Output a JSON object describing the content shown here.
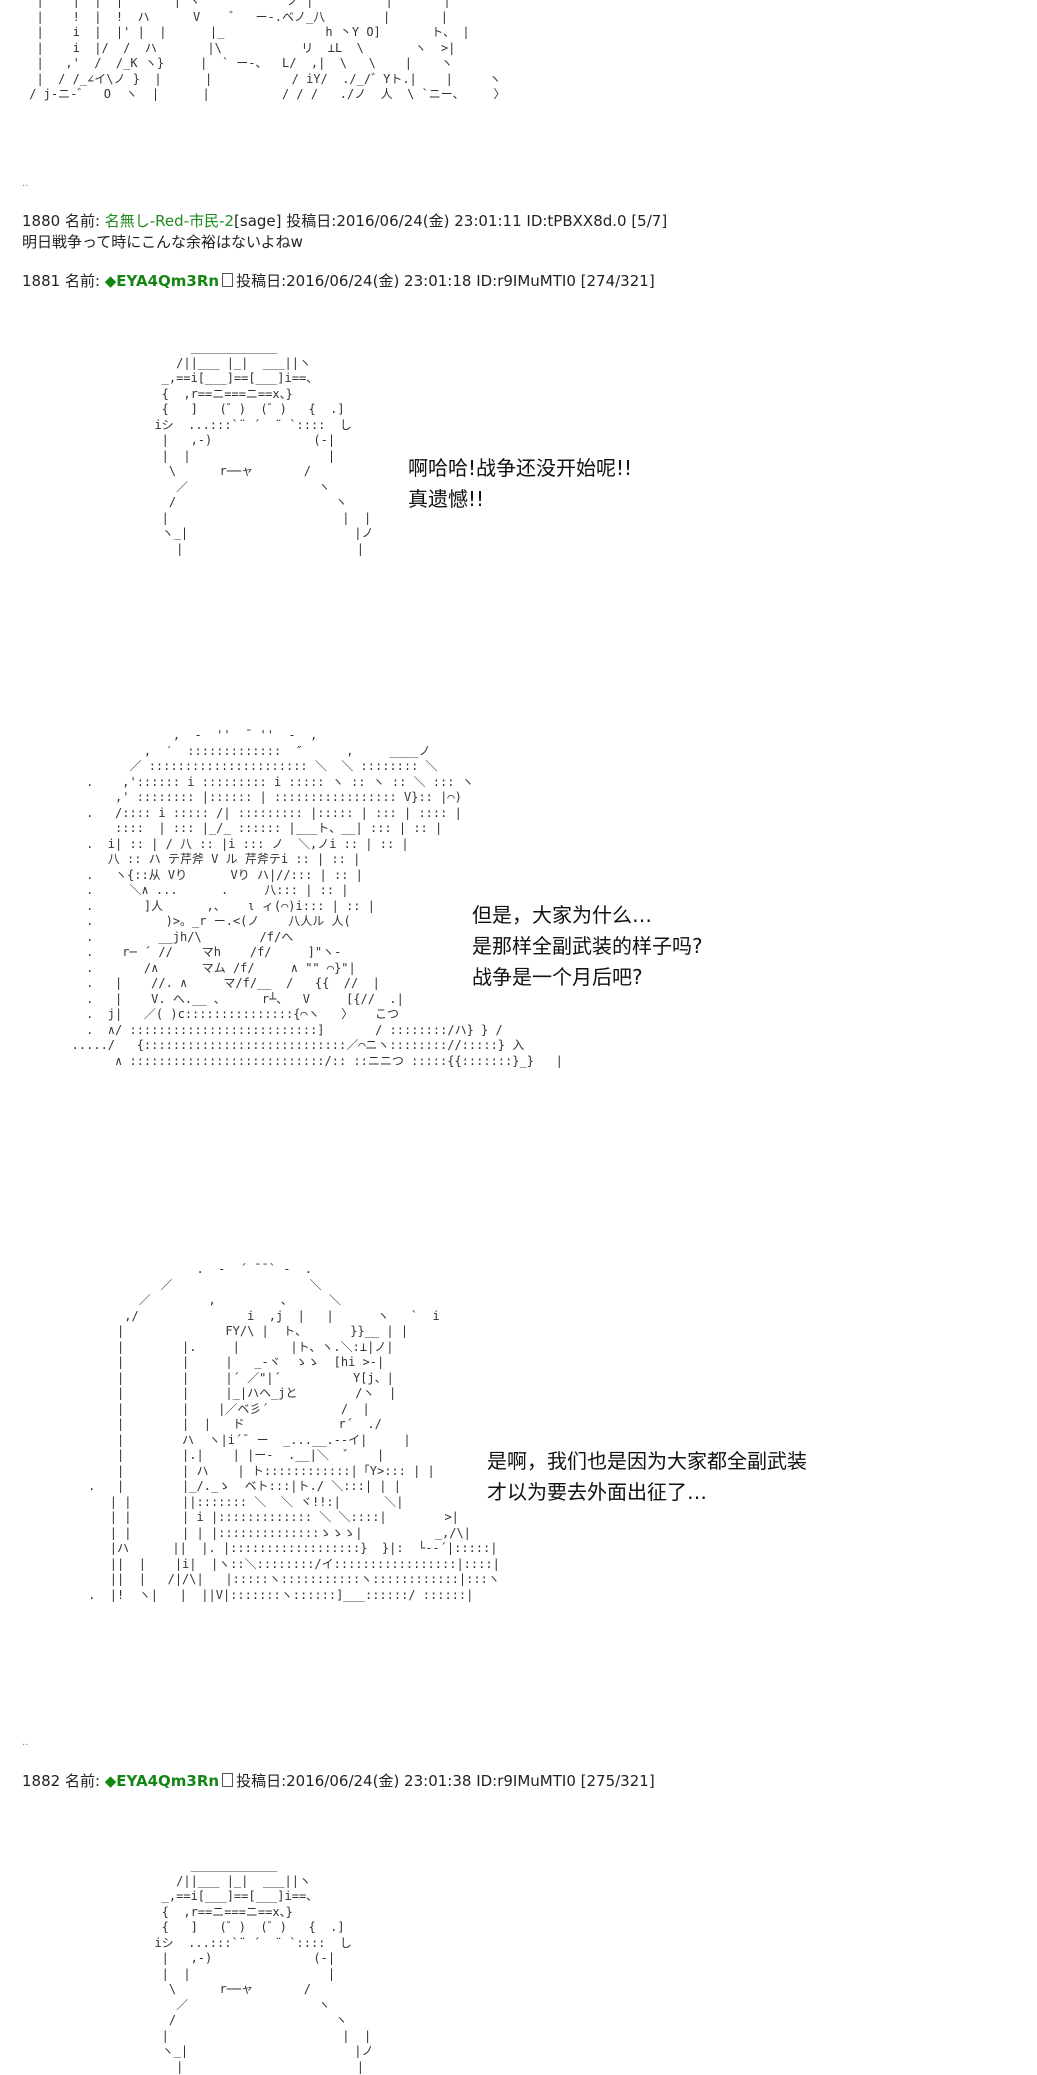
{
  "ascii_art": {
    "top_fragment": "  |    |  |  |       | ヽ            ノ |          |       |\n  |    !  |  !  ハ      V    ゛  ー-.ベノ_八        |       |\n  |    i  |  |' |  |      |_              h 丶Y O]       ト、 |\n  |    i  |/  /  ハ       |\\           リ  ⊥L  \\       ヽ  >|\n  |   ,'  /  /_K ヽ}     |  ` ー-、  L/  ,|  \\   \\    |    ヽ\n  |  / /_∠イ\\ノ }  |      |           / iY/  ./_/゛Yト.|    |     ヽ\n / j-ニ-゛  O  ヽ  |      |          / / /   ./ノ  人  \\ `ニー、    〉",
    "figure_a": "       ____________\n     /||___ |_|  ___||ヽ\n   _,==i[___]==[___]i==、\n   {  ,r==ニ===ニ==x、}\n   {   ]   (゛)  (゛)   {  .]\n  iシ  ...:::`¨ ´  ¨ `::::  し\n   |   ,-)              (-|\n   |  |                   |\n    \\      r──ャ       /\n     ／                  ヽ\n    /                      ヽ\n   |                        |  |\n   ヽ_|                       |ノ\n     |                        |",
    "figure_b": "                 ,  -  ''  ̄  ''  -  ,\n             ,  ′  :::::::::::::  ″      ,     ____ノ\n           ／ :::::::::::::::::::::: ＼  ＼ :::::::: ＼\n     .    ,':::::: i ::::::::: i ::::: ヽ :: ヽ :: ＼ ::: ヽ\n         ,' :::::::: |:::::: | ::::::::::::::::: V}:: |⌒)\n     .   /:::: i ::::: /| ::::::::: |::::: | ::: | :::: |\n         ::::  | ::: |_/_ :::::: |___ト、__| ::: | :: |\n     .  i| :: | / 八 :: |i ::: ノ  ＼,ノi :: | :: |\n        八 :: ハ テ芹斧 V ル 芹斧テi :: | :: |\n     .   ヽ{::从 Vり      Vり ハ|//::: | :: |\n     .     ＼∧ ...      .     八::: | :: |\n     .       ]人      ,、   ι ィ(⌒)i::: | :: |\n     .          )>。_r ー.<(ノ    八人ル 人(\n     .         __jh/\\        /f/へ\n     .    r─ ´ //    マh    /f/     ]\"ヽ-\n     .       /∧      マム /f/     ∧ \"\" ⌒}\"|\n     .   |    //. ∧     マ/f/__  /   {{  //  |\n     .   |    V. へ.__ 、     r┴、  V     [{//  .|\n     .  j|   ／( )c:::::::::::::::{⌒ヽ   〉   こつ\n     .  ∧/ ::::::::::::::::::::::::::]       / ::::::::/ハ} } /\n   ...../   {::::::::::::::::::::::::::::／⌒ニヽ:::::::://:::::} 入\n         ∧ :::::::::::::::::::::::::::/:: ::ニニつ :::::{{:::::::}_}   |",
    "figure_c": "                    .  -  ´ ¯¯` -  .\n               ／                   ＼\n            ／        ,         、     ＼\n          ,/               i  ,j  |   |      ヽ   `  i\n         |              FY/\\ |  ト、      }}__ | |\n         |        |.     |       |ト、ヽ.＼:⊥|ノ|\n         |        |     |   _-ヾ  ゝゝ  [hi >-|\n         |        |     |´ ／\"|´          Y[j、|\n         |        |     |_|ハヘ_jと        /ヽ  |\n         |        |    |／ベ彡´          /  |\n         |        |  |   ド             r´  ./\n         |        ハ  ヽ|i´¯ ー  _...__.--イ|     |\n         |        |.|    | |ー-  .__|＼  ゛   |\n         |        | ハ    | ト::::::::::::|「Y>::: | |\n     .   |        |_/._ゝ  ベト:::|ト./ ＼:::| | |\n        | |       ||::::::: ＼  ＼ ヾ!!:|      ＼|\n        | |       | i |::::::::::::: ＼ ＼::::|        >|\n        | |       | | |::::::::::::::ゝゝゝ|          _,/\\|\n        |ハ      ||  |. |::::::::::::::::::}  }|:  └-‐´|:::::|\n        ||  |    |i|  |ヽ::＼::::::::/イ:::::::::::::::::|::::|\n        ||  |   /|/\\|   |:::::ヽ:::::::::::ヽ::::::::::::|:::ヽ\n     .  |!  ヽ|   |  ||V|:::::::ヽ::::::]___::::::/ ::::::|"
  },
  "post_1880": {
    "header_num_label": "1880 名前: ",
    "name": "名無し-Red-市民-2",
    "header_rest": "[sage] 投稿日:2016/06/24(金) 23:01:11 ID:tPBXX8d.0 [5/7]",
    "body": "明日戦争って時にこんな余裕はないよねw"
  },
  "post_1881": {
    "header_num_label": "1881 名前: ",
    "trip": "◆EYA4Qm3Rn",
    "header_rest": "投稿日:2016/06/24(金) 23:01:18 ID:r9IMuMTI0 [274/321]",
    "dialogue_1": [
      "啊哈哈!战争还没开始呢!!",
      "真遗憾!!"
    ],
    "dialogue_2": [
      "但是，大家为什么…",
      "是那样全副武装的样子吗?",
      "战争是一个月后吧?"
    ],
    "dialogue_3": [
      "是啊，我们也是因为大家都全副武装",
      "才以为要去外面出征了…"
    ]
  },
  "post_1882": {
    "header_num_label": "1882 名前: ",
    "trip": "◆EYA4Qm3Rn",
    "header_rest": "投稿日:2016/06/24(金) 23:01:38 ID:r9IMuMTI0 [275/321]"
  },
  "separator_dots": ".."
}
